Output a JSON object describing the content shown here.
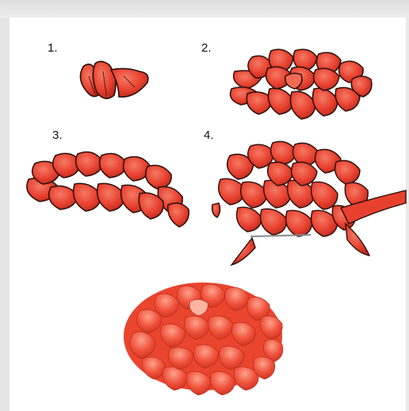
{
  "steps": [
    {
      "label": "1."
    },
    {
      "label": "2."
    },
    {
      "label": "3."
    },
    {
      "label": "4."
    }
  ],
  "colors": {
    "petal": "#e8402f",
    "petal_light": "#f26a54",
    "petal_dark": "#b72a1d",
    "outline": "#2a0f0a",
    "photo": "#f0513b",
    "photo_light": "#fb8a74"
  }
}
